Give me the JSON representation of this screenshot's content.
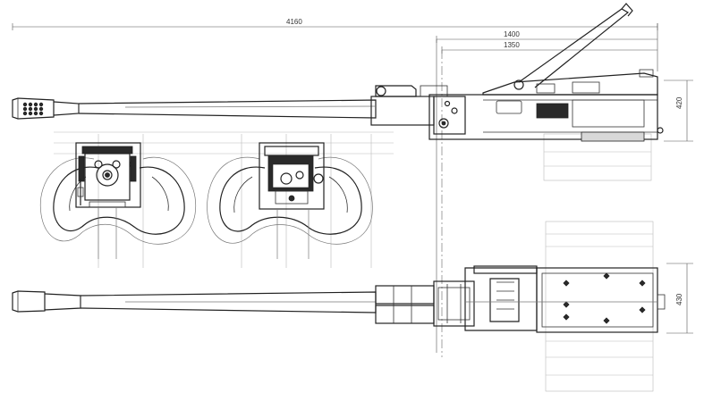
{
  "dimensions": {
    "overall_length": "4160",
    "receiver_length_outer": "1400",
    "receiver_length_inner": "1350",
    "side_height": "420",
    "top_width": "430"
  }
}
